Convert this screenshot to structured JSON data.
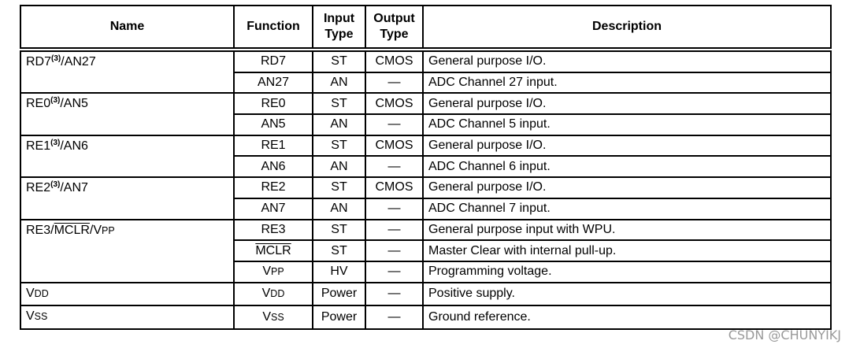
{
  "headers": {
    "name": "Name",
    "function": "Function",
    "input_type": [
      "Input",
      "Type"
    ],
    "output_type": [
      "Output",
      "Type"
    ],
    "description": "Description"
  },
  "pins": [
    {
      "name": [
        {
          "t": "RD7"
        },
        {
          "t": "(3)",
          "s": "sup"
        },
        {
          "t": "/AN27"
        }
      ],
      "functions": [
        {
          "function": [
            {
              "t": "RD7"
            }
          ],
          "input": "ST",
          "output": "CMOS",
          "description": "General purpose I/O."
        },
        {
          "function": [
            {
              "t": "AN27"
            }
          ],
          "input": "AN",
          "output": "—",
          "description": "ADC Channel 27 input."
        }
      ]
    },
    {
      "name": [
        {
          "t": "RE0"
        },
        {
          "t": "(3)",
          "s": "sup"
        },
        {
          "t": "/AN5"
        }
      ],
      "functions": [
        {
          "function": [
            {
              "t": "RE0"
            }
          ],
          "input": "ST",
          "output": "CMOS",
          "description": "General purpose I/O."
        },
        {
          "function": [
            {
              "t": "AN5"
            }
          ],
          "input": "AN",
          "output": "—",
          "description": "ADC Channel 5 input."
        }
      ]
    },
    {
      "name": [
        {
          "t": "RE1"
        },
        {
          "t": "(3)",
          "s": "sup"
        },
        {
          "t": "/AN6"
        }
      ],
      "functions": [
        {
          "function": [
            {
              "t": "RE1"
            }
          ],
          "input": "ST",
          "output": "CMOS",
          "description": "General purpose I/O."
        },
        {
          "function": [
            {
              "t": "AN6"
            }
          ],
          "input": "AN",
          "output": "—",
          "description": "ADC Channel 6 input."
        }
      ]
    },
    {
      "name": [
        {
          "t": "RE2"
        },
        {
          "t": "(3)",
          "s": "sup"
        },
        {
          "t": "/AN7"
        }
      ],
      "functions": [
        {
          "function": [
            {
              "t": "RE2"
            }
          ],
          "input": "ST",
          "output": "CMOS",
          "description": "General purpose I/O."
        },
        {
          "function": [
            {
              "t": "AN7"
            }
          ],
          "input": "AN",
          "output": "—",
          "description": "ADC Channel 7 input."
        }
      ]
    },
    {
      "name": [
        {
          "t": "RE3/"
        },
        {
          "t": "MCLR",
          "s": "ov"
        },
        {
          "t": "/V"
        },
        {
          "t": "PP",
          "s": "sm"
        }
      ],
      "functions": [
        {
          "function": [
            {
              "t": "RE3"
            }
          ],
          "input": "ST",
          "output": "—",
          "description": "General purpose input with WPU."
        },
        {
          "function": [
            {
              "t": "MCLR",
              "s": "ov"
            }
          ],
          "input": "ST",
          "output": "—",
          "description": "Master Clear with internal pull-up."
        },
        {
          "function": [
            {
              "t": "V"
            },
            {
              "t": "PP",
              "s": "sm"
            }
          ],
          "input": "HV",
          "output": "—",
          "description": "Programming voltage."
        }
      ]
    },
    {
      "name": [
        {
          "t": "V"
        },
        {
          "t": "DD",
          "s": "sm"
        }
      ],
      "functions": [
        {
          "function": [
            {
              "t": "V"
            },
            {
              "t": "DD",
              "s": "sm"
            }
          ],
          "input": "Power",
          "output": "—",
          "description": "Positive supply."
        }
      ]
    },
    {
      "name": [
        {
          "t": "V"
        },
        {
          "t": "SS",
          "s": "sm"
        }
      ],
      "functions": [
        {
          "function": [
            {
              "t": "V"
            },
            {
              "t": "SS",
              "s": "sm"
            }
          ],
          "input": "Power",
          "output": "—",
          "description": "Ground reference."
        }
      ]
    }
  ],
  "watermark": "CSDN @CHUNYIKJ"
}
